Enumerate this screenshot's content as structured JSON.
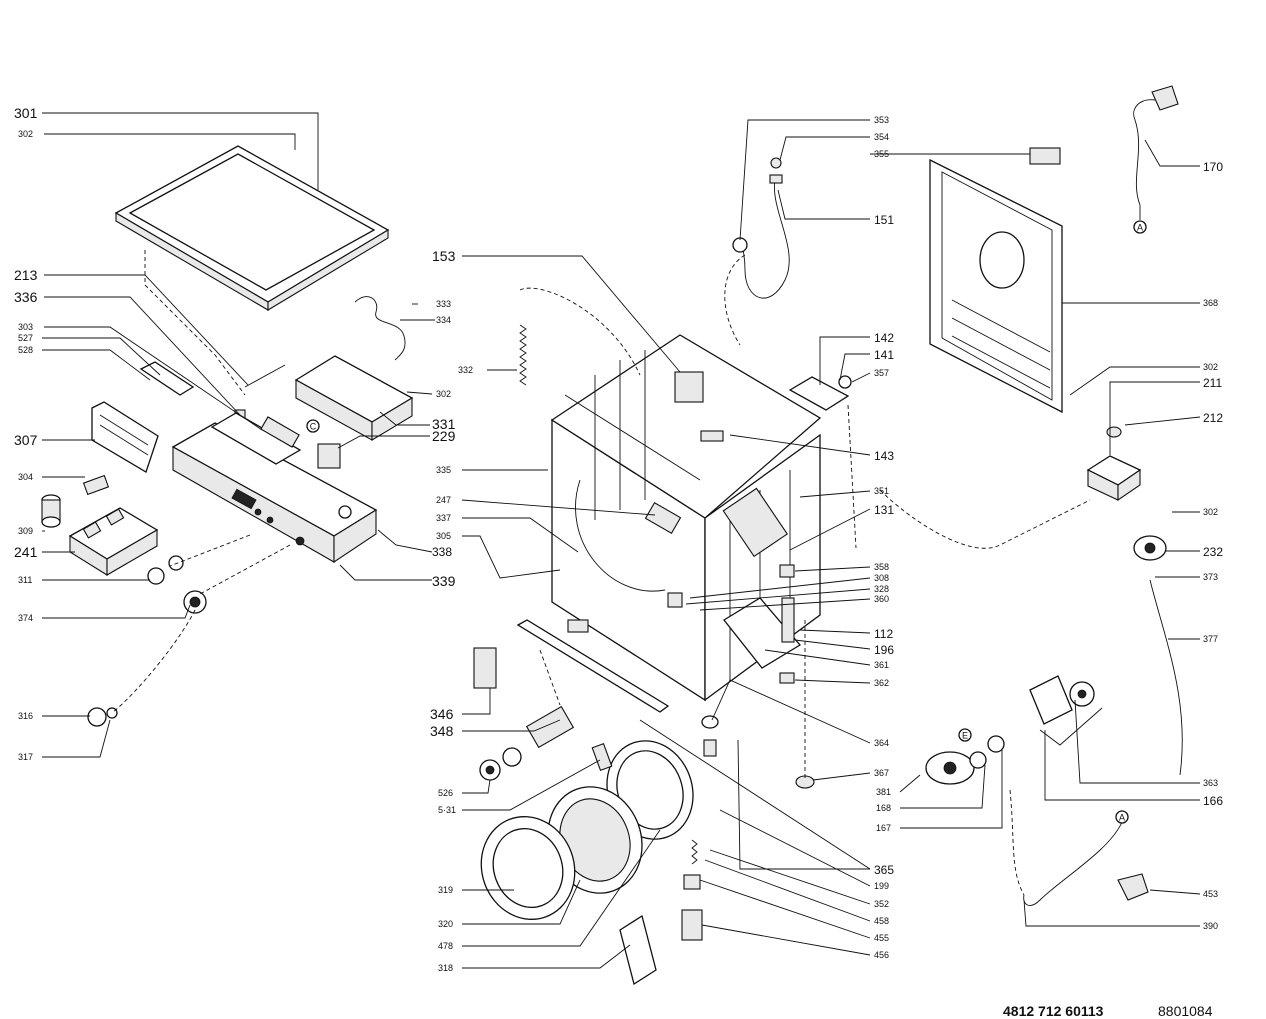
{
  "drawing_number": "4812 712 60113",
  "drawing_code": "8801084",
  "callouts": {
    "c301": "301",
    "c302a": "302",
    "c213": "213",
    "c336": "336",
    "c303": "303",
    "c527": "527",
    "c528": "528",
    "c307": "307",
    "c304": "304",
    "c309": "309",
    "c241": "241",
    "c311": "311",
    "c374": "374",
    "c316": "316",
    "c317": "317",
    "c333": "333",
    "c334": "334",
    "c302b": "302",
    "c331": "331",
    "c229": "229",
    "c332": "332",
    "c153": "153",
    "c335": "335",
    "c247": "247",
    "c337": "337",
    "c305": "305",
    "c338": "338",
    "c339": "339",
    "c346": "346",
    "c348": "348",
    "c526": "526",
    "c531": "5·31",
    "c319": "319",
    "c320": "320",
    "c478": "478",
    "c318": "318",
    "c353": "353",
    "c354": "354",
    "c355": "355",
    "c151": "151",
    "c142": "142",
    "c141": "141",
    "c357": "357",
    "c143": "143",
    "c351": "351",
    "c131": "131",
    "c358": "358",
    "c308": "308",
    "c328": "328",
    "c360": "360",
    "c112": "112",
    "c196": "196",
    "c361": "361",
    "c362": "362",
    "c364": "364",
    "c367": "367",
    "c365": "365",
    "c199": "199",
    "c352": "352",
    "c458": "458",
    "c455": "455",
    "c456": "456",
    "c170": "170",
    "c368": "368",
    "c302c": "302",
    "c211": "211",
    "c212": "212",
    "c302d": "302",
    "c232": "232",
    "c373": "373",
    "c377": "377",
    "c363": "363",
    "c166": "166",
    "c381": "381",
    "c168": "168",
    "c167": "167",
    "c453": "453",
    "c390": "390"
  },
  "markers": {
    "m_a1": "A",
    "m_a2": "A",
    "m_c": "C",
    "m_e": "E"
  }
}
